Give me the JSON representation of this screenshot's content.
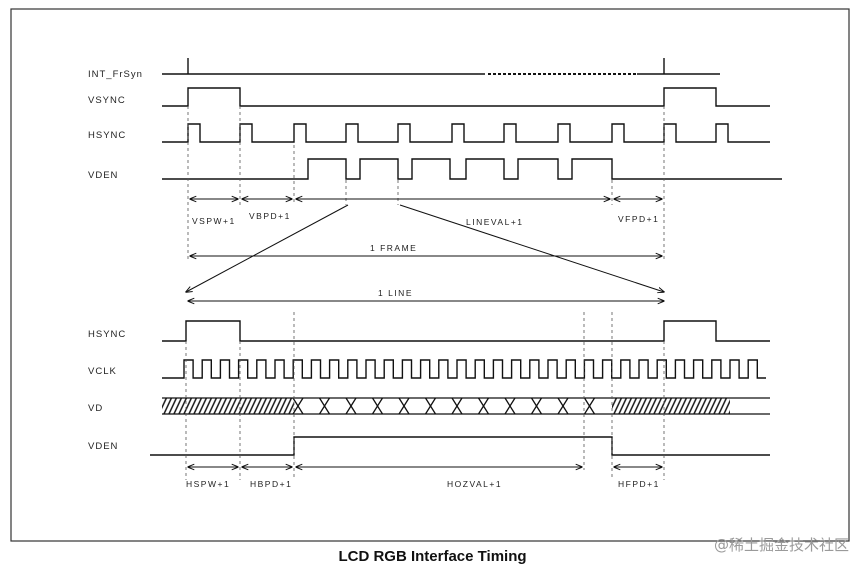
{
  "caption": "LCD RGB Interface Timing",
  "watermark": "@稀土掘金技术社区",
  "frame": {
    "signals": {
      "int_frsyn": "INT_FrSyn",
      "vsync": "VSYNC",
      "hsync": "HSYNC",
      "vden": "VDEN"
    },
    "intervals": {
      "vspw": "VSPW+1",
      "vbpd": "VBPD+1",
      "lineval": "LINEVAL+1",
      "vfpd": "VFPD+1",
      "frame": "1 FRAME"
    }
  },
  "line": {
    "signals": {
      "hsync": "HSYNC",
      "vclk": "VCLK",
      "vd": "VD",
      "vden": "VDEN"
    },
    "intervals": {
      "line": "1 LINE",
      "hspw": "HSPW+1",
      "hbpd": "HBPD+1",
      "hozval": "HOZVAL+1",
      "hfpd": "HFPD+1"
    }
  },
  "colors": {
    "frame_border": "#333333",
    "wave": "#111111"
  }
}
